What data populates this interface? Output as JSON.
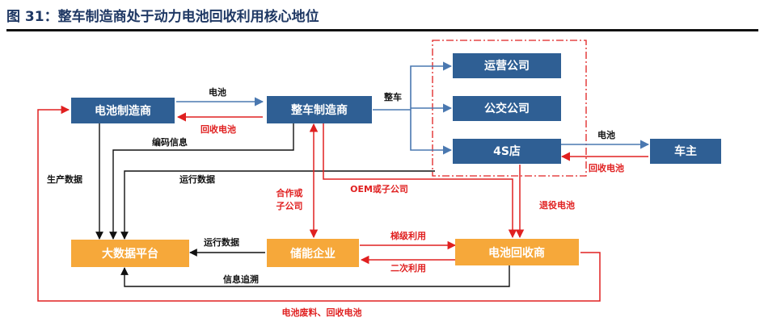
{
  "title": "图 31：整车制造商处于动力电池回收利用核心地位",
  "colors": {
    "node_blue": "#2f5f94",
    "node_orange": "#f6a83a",
    "arrow_blue": "#4a78b0",
    "arrow_red": "#e02020",
    "arrow_black": "#111111",
    "title_blue": "#1f3864"
  },
  "nodes": {
    "battery_maker": "电池制造商",
    "vehicle_maker": "整车制造商",
    "operator": "运营公司",
    "bus_company": "公交公司",
    "store_4s": "4S店",
    "car_owner": "车主",
    "big_data": "大数据平台",
    "energy_storage": "储能企业",
    "recycler": "电池回收商"
  },
  "edges": {
    "battery": "电池",
    "recycled_battery": "回收电池",
    "whole_vehicle": "整车",
    "battery_to_owner": "电池",
    "recycled_from_owner": "回收电池",
    "encoding_info": "编码信息",
    "production_data": "生产数据",
    "operating_data_top": "运行数据",
    "coop_or_subsidiary_1": "合作或",
    "coop_or_subsidiary_2": "子公司",
    "oem_or_subsidiary": "OEM或子公司",
    "retired_battery": "退役电池",
    "cascade_use": "梯级利用",
    "secondary_use": "二次利用",
    "operating_data_bottom": "运行数据",
    "info_traceability": "信息追溯",
    "waste_and_recycled": "电池废料、回收电池"
  }
}
